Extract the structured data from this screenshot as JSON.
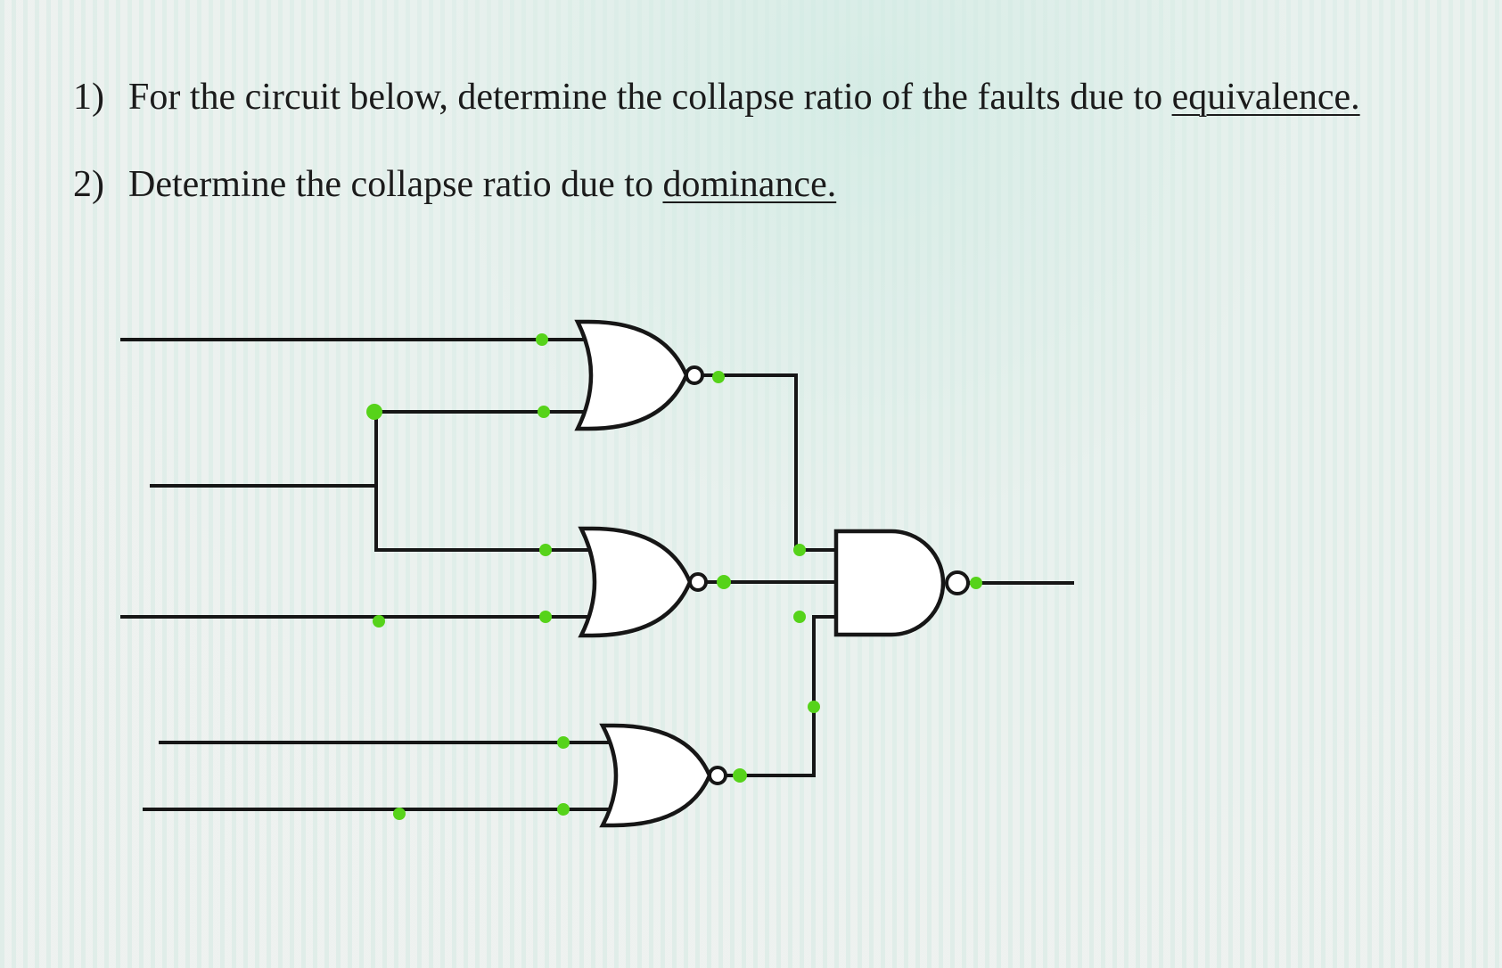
{
  "questions": [
    {
      "number": "1)",
      "text": "For the circuit below, determine the collapse ratio of the faults due to ",
      "emphasis": "equivalence."
    },
    {
      "number": "2)",
      "text": "Determine the collapse ratio due to ",
      "emphasis": "dominance."
    }
  ],
  "circuit": {
    "gates": [
      {
        "id": "G1",
        "type": "NOR",
        "inputs": 2
      },
      {
        "id": "G2",
        "type": "NOR",
        "inputs": 2
      },
      {
        "id": "G3",
        "type": "NOR",
        "inputs": 2
      },
      {
        "id": "G4",
        "type": "NAND",
        "inputs": 3
      }
    ],
    "fault_marker_color": "#56d31a",
    "wire_color": "#161616"
  }
}
